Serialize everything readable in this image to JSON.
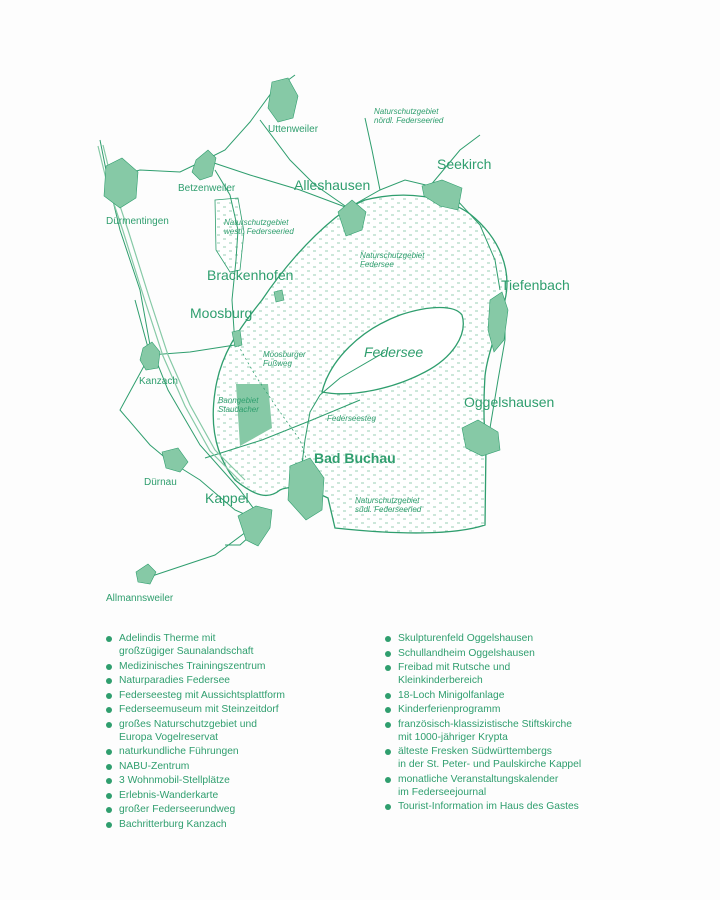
{
  "map": {
    "places": {
      "uttenweiler": "Uttenweiler",
      "seekirch": "Seekirch",
      "betzenweiler": "Betzenweiler",
      "alleshausen": "Alleshausen",
      "duermentingen": "Dürmentingen",
      "brackenhofen": "Brackenhofen",
      "moosburg": "Moosburg",
      "tiefenbach": "Tiefenbach",
      "kanzach": "Kanzach",
      "oggelshausen": "Oggelshausen",
      "bad_buchau": "Bad Buchau",
      "duernau": "Dürnau",
      "kappel": "Kappel",
      "allmannsweiler": "Allmannsweiler"
    },
    "areas": {
      "nsg_nord_1": "Naturschutzgebiet",
      "nsg_nord_2": "nördl. Federseeried",
      "nsg_west_1": "Naturschutzgebiet",
      "nsg_west_2": "westl. Federseeried",
      "nsg_fed_1": "Naturschutzgebiet",
      "nsg_fed_2": "Federsee",
      "lake": "Federsee",
      "moosburger_1": "Moosburger",
      "moosburger_2": "Fußweg",
      "bann_1": "Banngebiet",
      "bann_2": "Staudacher",
      "steg": "Federseesteg",
      "nsg_sued_1": "Naturschutzgebiet",
      "nsg_sued_2": "südl. Federseeried"
    }
  },
  "legend_left": [
    {
      "l1": "Adelindis Therme mit",
      "l2": "großzügiger Saunalandschaft"
    },
    {
      "l1": "Medizinisches Trainingszentrum"
    },
    {
      "l1": "Naturparadies Federsee"
    },
    {
      "l1": "Federseesteg mit Aussichtsplattform"
    },
    {
      "l1": "Federseemuseum mit Steinzeitdorf"
    },
    {
      "l1": "großes Naturschutzgebiet und",
      "l2": "Europa Vogelreservat"
    },
    {
      "l1": "naturkundliche Führungen"
    },
    {
      "l1": "NABU-Zentrum"
    },
    {
      "l1": "3 Wohnmobil-Stellplätze"
    },
    {
      "l1": "Erlebnis-Wanderkarte"
    },
    {
      "l1": "großer Federseerundweg"
    },
    {
      "l1": "Bachritterburg Kanzach"
    }
  ],
  "legend_right": [
    {
      "l1": "Skulpturenfeld Oggelshausen"
    },
    {
      "l1": "Schullandheim Oggelshausen"
    },
    {
      "l1": "Freibad mit Rutsche und",
      "l2": "Kleinkinderbereich"
    },
    {
      "l1": "18-Loch Minigolfanlage"
    },
    {
      "l1": "Kinderferienprogramm"
    },
    {
      "l1": "französisch-klassizistische Stiftskirche",
      "l2": "mit 1000-jähriger Krypta"
    },
    {
      "l1": "älteste Fresken Südwürttembergs",
      "l2": "in der St. Peter- und Paulskirche Kappel"
    },
    {
      "l1": "monatliche Veranstaltungskalender",
      "l2": "im Federseejournal"
    },
    {
      "l1": "Tourist-Information im Haus des Gastes"
    }
  ]
}
